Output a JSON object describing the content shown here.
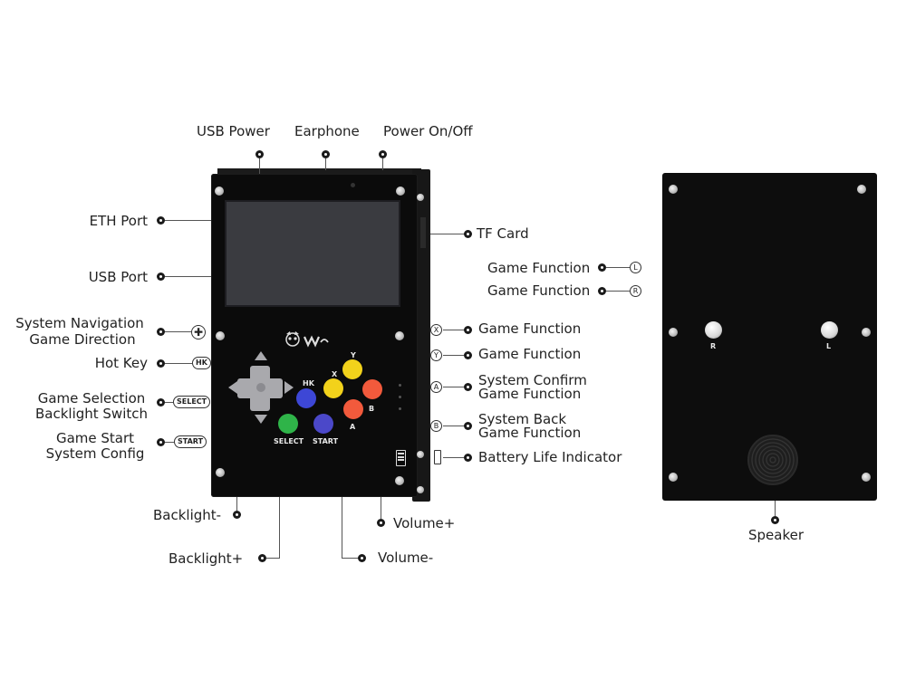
{
  "labels": {
    "usb_power": "USB Power",
    "earphone": "Earphone",
    "power_onoff": "Power On/Off",
    "eth_port": "ETH Port",
    "tf_card": "TF Card",
    "usb_port": "USB Port",
    "game_function_l": "Game Function",
    "game_function_r": "Game Function",
    "sys_nav_1": "System Navigation",
    "sys_nav_2": "Game Direction",
    "hot_key": "Hot Key",
    "game_sel_1": "Game Selection",
    "game_sel_2": "Backlight Switch",
    "game_start_1": "Game Start",
    "game_start_2": "System Config",
    "game_function_x": "Game Function",
    "game_function_y": "Game Function",
    "sys_confirm_1": "System Confirm",
    "sys_confirm_2": "Game Function",
    "sys_back_1": "System Back",
    "sys_back_2": "Game Function",
    "battery": "Battery Life Indicator",
    "backlight_minus": "Backlight-",
    "backlight_plus": "Backlight+",
    "volume_plus": "Volume+",
    "volume_minus": "Volume-",
    "speaker": "Speaker"
  },
  "badges": {
    "hk": "HK",
    "select": "SELECT",
    "start": "START",
    "l": "L",
    "r": "R",
    "x": "X",
    "y": "Y",
    "a": "A",
    "b": "B"
  },
  "device": {
    "btn_hk": "HK",
    "btn_x": "X",
    "btn_y": "Y",
    "btn_a": "A",
    "btn_b": "B",
    "btn_select": "SELECT",
    "btn_start": "START",
    "back_r": "R",
    "back_l": "L"
  },
  "colors": {
    "yellow": "#f2d21b",
    "red": "#f25a3c",
    "blue": "#3d47d6",
    "green": "#2fb449",
    "purple": "#4b48c9"
  }
}
